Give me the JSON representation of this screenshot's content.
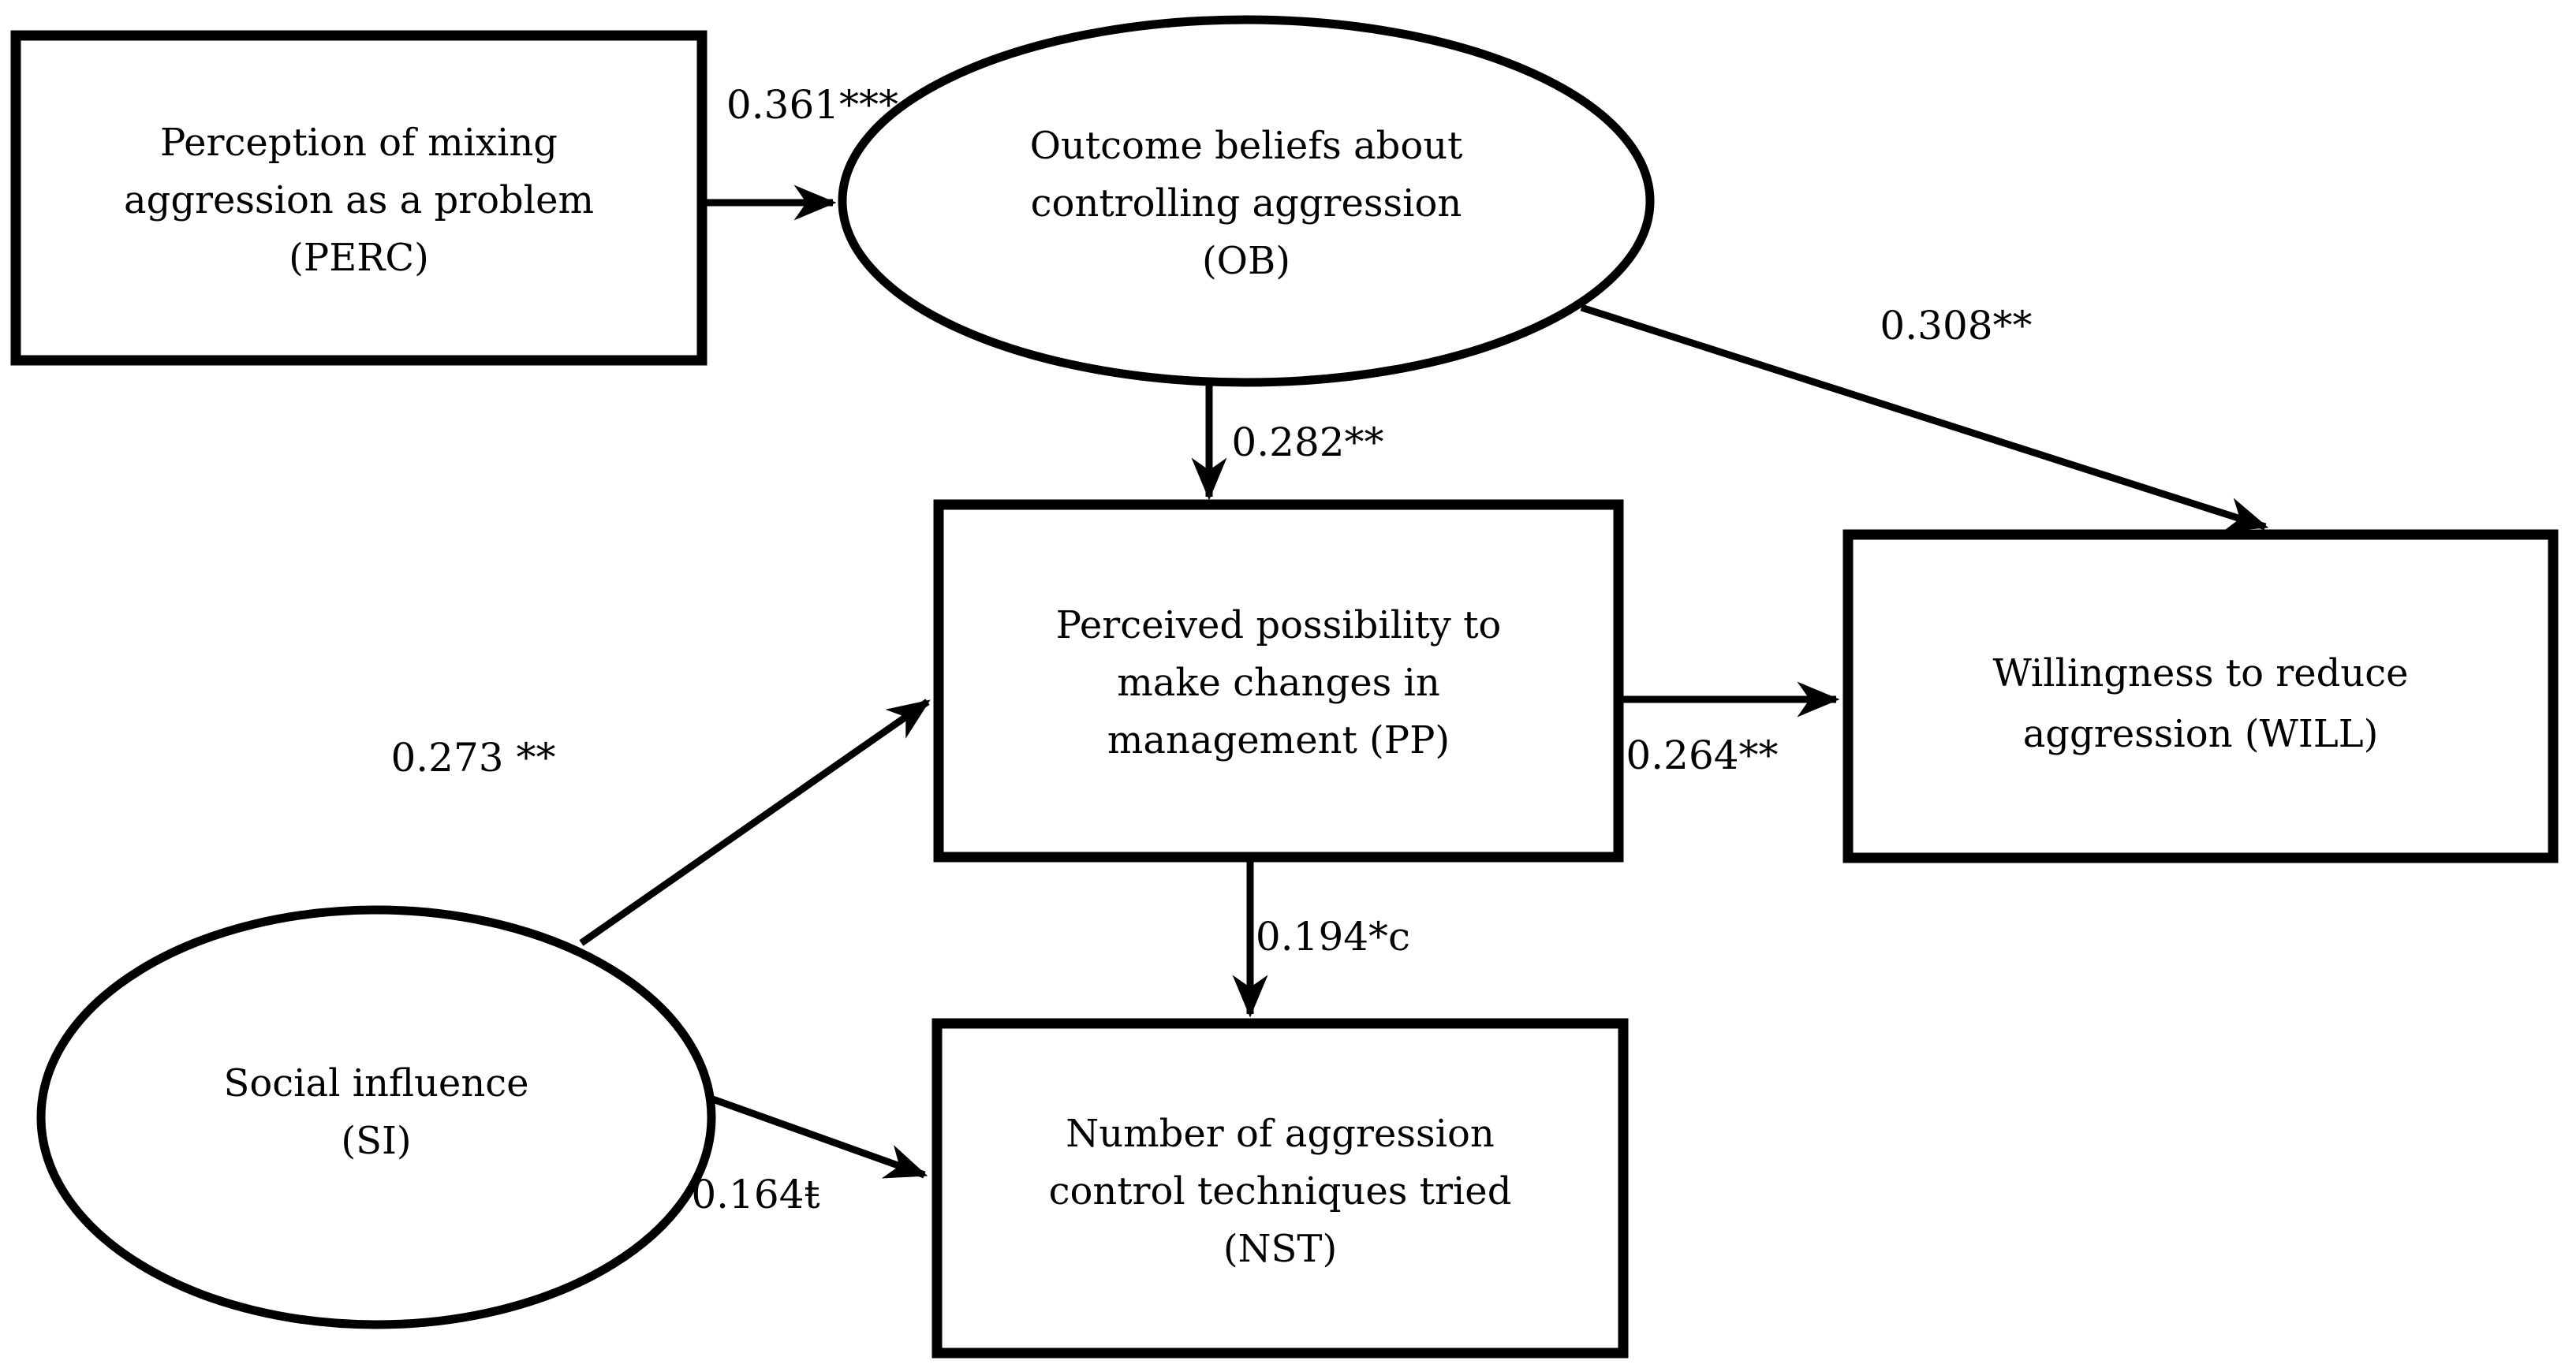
{
  "diagram": {
    "description": "Path model of farmer beliefs about pig aggression",
    "colors": {
      "line": "#000000",
      "text": "#000000",
      "background": "#ffffff"
    },
    "nodes": {
      "perc": {
        "shape": "rectangle",
        "lines": [
          "Perception of mixing",
          "aggression as a problem",
          "(PERC)"
        ]
      },
      "ob": {
        "shape": "ellipse",
        "lines": [
          "Outcome beliefs about",
          "controlling aggression",
          "(OB)"
        ]
      },
      "pp": {
        "shape": "rectangle",
        "lines": [
          "Perceived possibility to",
          "make changes in",
          "management (PP)"
        ]
      },
      "will": {
        "shape": "rectangle",
        "lines": [
          "Willingness to reduce",
          "aggression (WILL)"
        ]
      },
      "si": {
        "shape": "ellipse",
        "lines": [
          "Social influence",
          "(SI)"
        ]
      },
      "nst": {
        "shape": "rectangle",
        "lines": [
          "Number of aggression",
          "control techniques tried",
          "(NST)"
        ]
      }
    },
    "edges": {
      "perc_to_ob": {
        "coefficient": "0.361***"
      },
      "ob_to_pp": {
        "coefficient": "0.282**"
      },
      "ob_to_will": {
        "coefficient": "0.308**"
      },
      "si_to_pp": {
        "coefficient": "0.273 **"
      },
      "pp_to_will": {
        "coefficient": "0.264**"
      },
      "pp_to_nst": {
        "coefficient": "0.194*c"
      },
      "si_to_nst": {
        "coefficient": "0.164ŧ"
      }
    }
  }
}
